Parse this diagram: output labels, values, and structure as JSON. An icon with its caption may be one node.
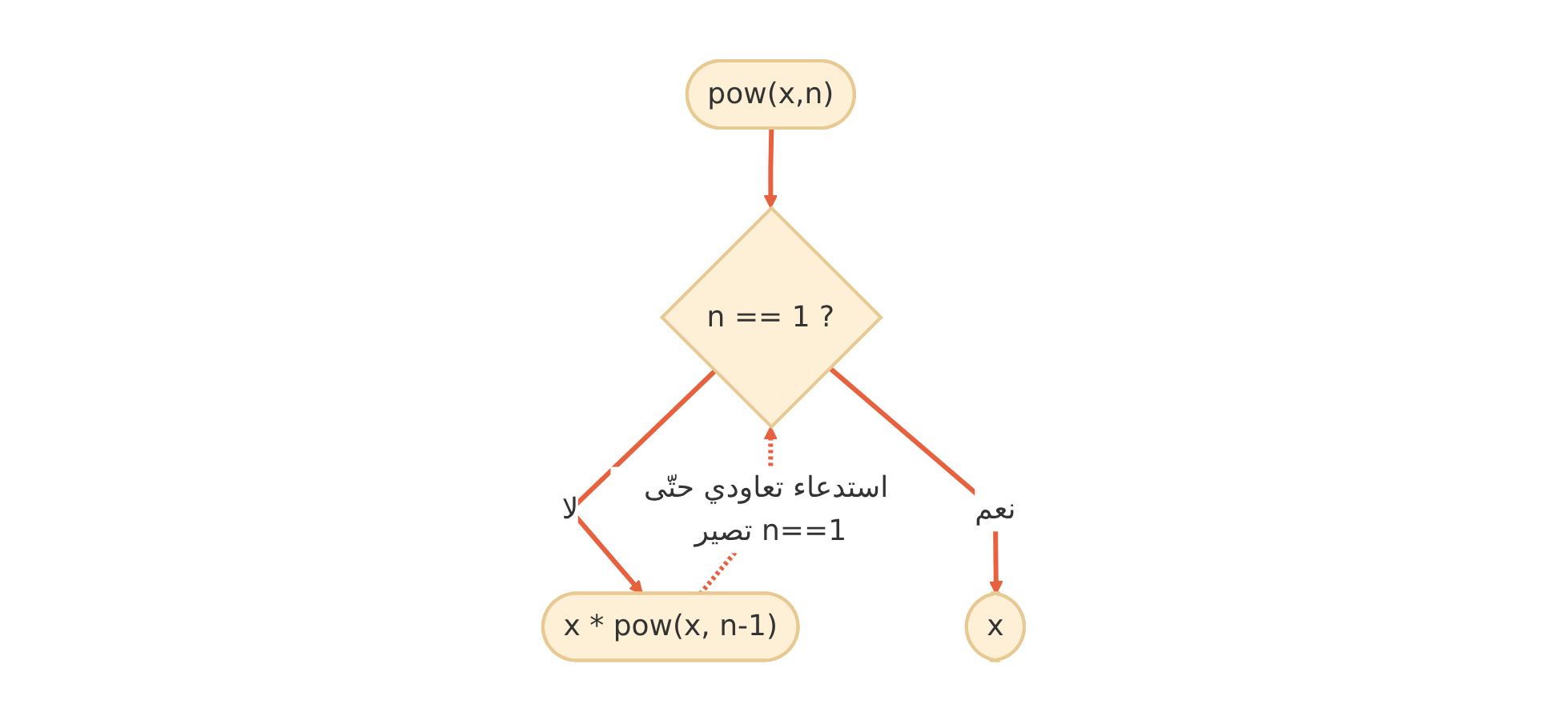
{
  "diagram": {
    "nodes": [
      {
        "text": [
          "pow(x,n)"
        ]
      },
      {
        "text": [
          "n == 1 ?"
        ]
      },
      {
        "text": [
          "x * pow(x, n-1)"
        ]
      },
      {
        "text": [
          "x"
        ]
      }
    ],
    "edges": [
      {
        "from": 0,
        "to": 1,
        "arrow": "to"
      },
      {
        "from": 1,
        "to": 2,
        "arrow": "to",
        "label": "لا"
      },
      {
        "from": 1,
        "to": 3,
        "arrow": "to",
        "label": "نعم"
      },
      {
        "from": 2,
        "to": 1,
        "arrow": "to",
        "label": "استدعاء تعاودي حتّى تصير n==1",
        "style": "dashed"
      }
    ]
  }
}
